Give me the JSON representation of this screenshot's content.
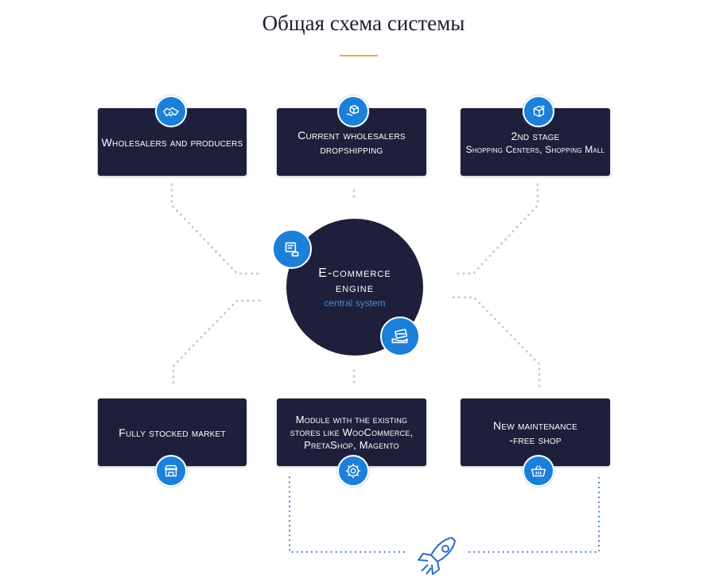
{
  "title": "Общая схема системы",
  "colors": {
    "box": "#1e1f3b",
    "accent": "#1c7fd8",
    "underline": "#e0b23a",
    "dots": "#c9cbd2"
  },
  "top_boxes": [
    {
      "line1": "Wholesalers and producers",
      "line2": "",
      "icon": "handshake-icon"
    },
    {
      "line1": "Current wholesalers",
      "line2": "dropshipping",
      "icon": "box-hand-icon"
    },
    {
      "line1": "2nd stage",
      "line2": "Shopping Centers, Shopping Mall",
      "icon": "package-icon"
    }
  ],
  "engine": {
    "line1": "E-commerce",
    "line2": "engine",
    "subtitle": "central system",
    "icons": [
      "cart-hand-icon",
      "cards-hand-icon"
    ]
  },
  "bottom_boxes": [
    {
      "line1": "Fully stocked market",
      "line2": "",
      "icon": "storefront-icon"
    },
    {
      "line1": "Module with the existing",
      "line2": "stores like WooCommerce,",
      "line3": "PretaShop, Magento",
      "icon": "gear-icon"
    },
    {
      "line1": "New maintenance",
      "line2": "-free shop",
      "icon": "basket-icon"
    }
  ],
  "footer_icon": "rocket-icon"
}
